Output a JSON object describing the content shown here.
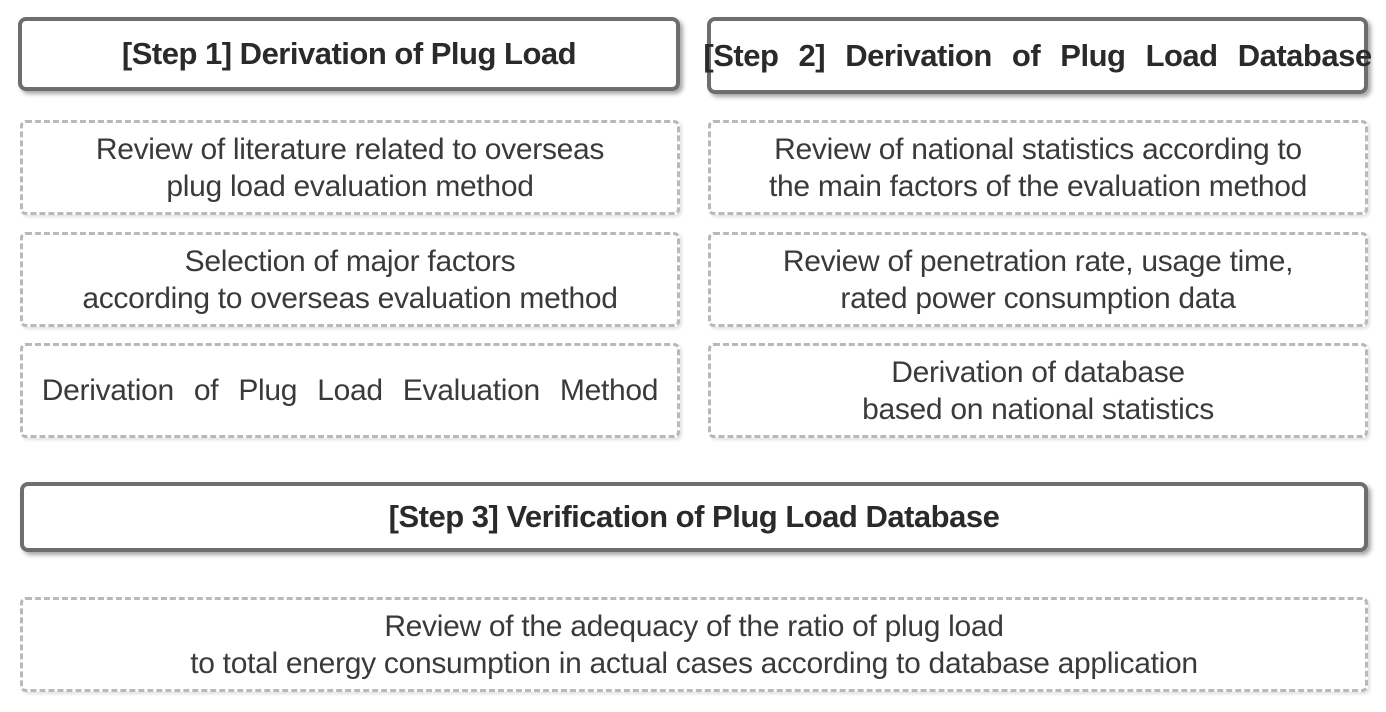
{
  "step1": {
    "title": "[Step 1]  Derivation of Plug Load",
    "tasks": [
      {
        "lines": [
          "Review of literature related to overseas",
          "plug load evaluation method"
        ]
      },
      {
        "lines": [
          "Selection of major factors",
          "according to overseas evaluation method"
        ]
      },
      {
        "lines": [
          "Derivation of Plug Load Evaluation Method"
        ]
      }
    ]
  },
  "step2": {
    "title": "[Step 2] Derivation of Plug Load Database",
    "tasks": [
      {
        "lines": [
          "Review of national statistics according to",
          "the main factors of the evaluation method"
        ]
      },
      {
        "lines": [
          "Review of penetration rate, usage time,",
          "rated power consumption data"
        ]
      },
      {
        "lines": [
          "Derivation of database",
          "based on national statistics"
        ]
      }
    ]
  },
  "step3": {
    "title": "[Step 3] Verification of Plug Load Database",
    "tasks": [
      {
        "lines": [
          "Review of the adequacy of the ratio of plug load",
          "to total energy consumption in actual cases according to database application"
        ]
      }
    ]
  }
}
